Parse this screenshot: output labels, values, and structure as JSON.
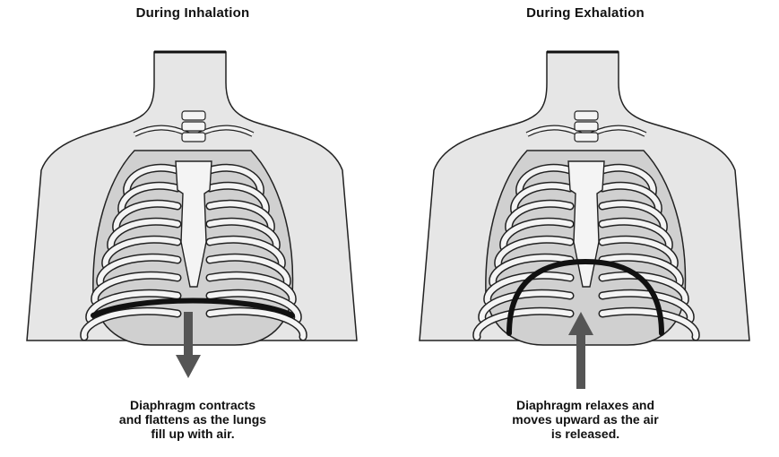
{
  "panels": [
    {
      "title": "During Inhalation",
      "caption_lines": [
        "Diaphragm contracts",
        "and flattens as the lungs",
        "fill up with air."
      ],
      "diaphragm_state": "contracted-flat",
      "arrow_direction": "down"
    },
    {
      "title": "During Exhalation",
      "caption_lines": [
        "Diaphragm relaxes and",
        "moves upward as the air",
        "is released."
      ],
      "diaphragm_state": "relaxed-dome",
      "arrow_direction": "up"
    }
  ],
  "colors": {
    "body_fill": "#e6e6e6",
    "outline": "#222222",
    "bone_fill": "#f4f4f4",
    "rib_shadow": "#9a9a9a",
    "diaphragm": "#111111",
    "arrow": "#555555"
  }
}
